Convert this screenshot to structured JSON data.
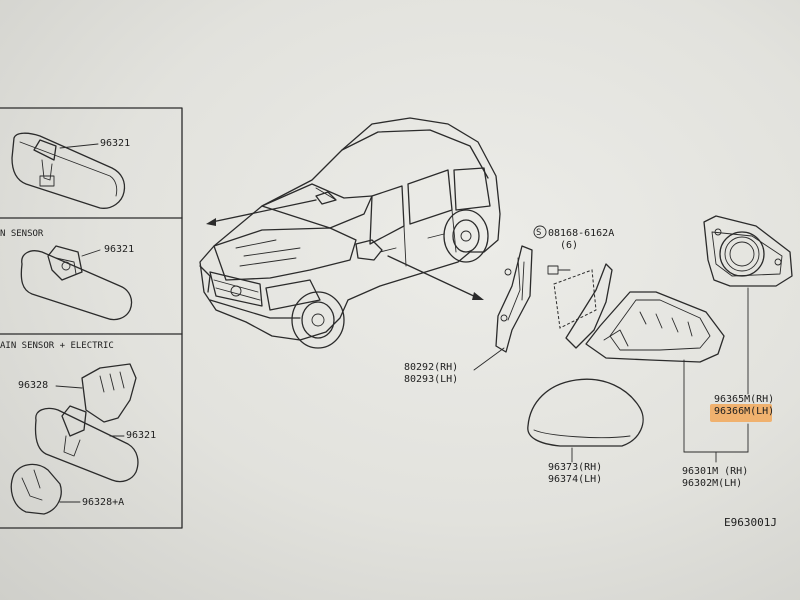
{
  "panels": {
    "panel1_part": "96321",
    "panel2_title": "N SENSOR",
    "panel2_part": "96321",
    "panel3_title": "AIN SENSOR + ELECTRIC",
    "panel3_part_a": "96328",
    "panel3_part_b": "96321",
    "panel3_part_c": "96328+A"
  },
  "callouts": {
    "bolt_part": "08168-6162A",
    "bolt_qty": "(6)",
    "gasket_rh": "80292(RH)",
    "gasket_lh": "80293(LH)",
    "cover_rh": "96373(RH)",
    "cover_lh": "96374(LH)",
    "glass_rh": "96365M(RH)",
    "glass_lh": "96366M(LH)",
    "mirror_rh": "96301M (RH)",
    "mirror_lh": "96302M(LH)"
  },
  "diagram_code": "E963001J",
  "highlight_color": "#f2a85a",
  "bolt_icon": "circled-s-icon"
}
